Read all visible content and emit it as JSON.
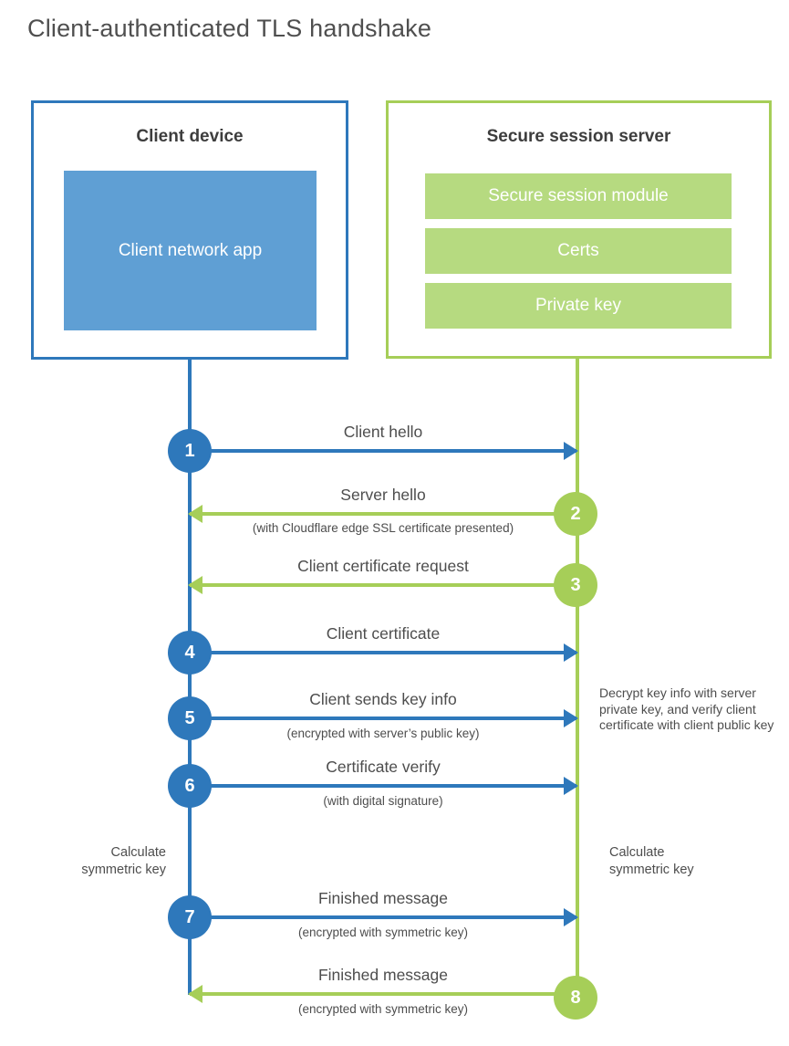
{
  "title": "Client-authenticated TLS handshake",
  "colors": {
    "blue": "#2e78bb",
    "blue_fill": "#5f9fd4",
    "green": "#a6ce58",
    "green_fill": "#b6da80"
  },
  "client": {
    "title": "Client device",
    "app_label": "Client network app"
  },
  "server": {
    "title": "Secure session server",
    "modules": [
      "Secure session module",
      "Certs",
      "Private key"
    ]
  },
  "steps": [
    {
      "num": "1",
      "from": "client",
      "direction": "right",
      "label": "Client hello",
      "sub": ""
    },
    {
      "num": "2",
      "from": "server",
      "direction": "left",
      "label": "Server hello",
      "sub": "(with Cloudflare edge SSL certificate presented)"
    },
    {
      "num": "3",
      "from": "server",
      "direction": "left",
      "label": "Client certificate request",
      "sub": ""
    },
    {
      "num": "4",
      "from": "client",
      "direction": "right",
      "label": "Client certificate",
      "sub": ""
    },
    {
      "num": "5",
      "from": "client",
      "direction": "right",
      "label": "Client sends key info",
      "sub": "(encrypted with server’s public key)"
    },
    {
      "num": "6",
      "from": "client",
      "direction": "right",
      "label": "Certificate verify",
      "sub": "(with digital signature)"
    },
    {
      "num": "7",
      "from": "client",
      "direction": "right",
      "label": "Finished message",
      "sub": "(encrypted with symmetric key)"
    },
    {
      "num": "8",
      "from": "server",
      "direction": "left",
      "label": "Finished message",
      "sub": "(encrypted with symmetric key)"
    }
  ],
  "annotations": {
    "decrypt_note": "Decrypt key info with server private key, and verify client certificate with client public key",
    "calc_left": "Calculate symmetric key",
    "calc_right": "Calculate symmetric key"
  }
}
